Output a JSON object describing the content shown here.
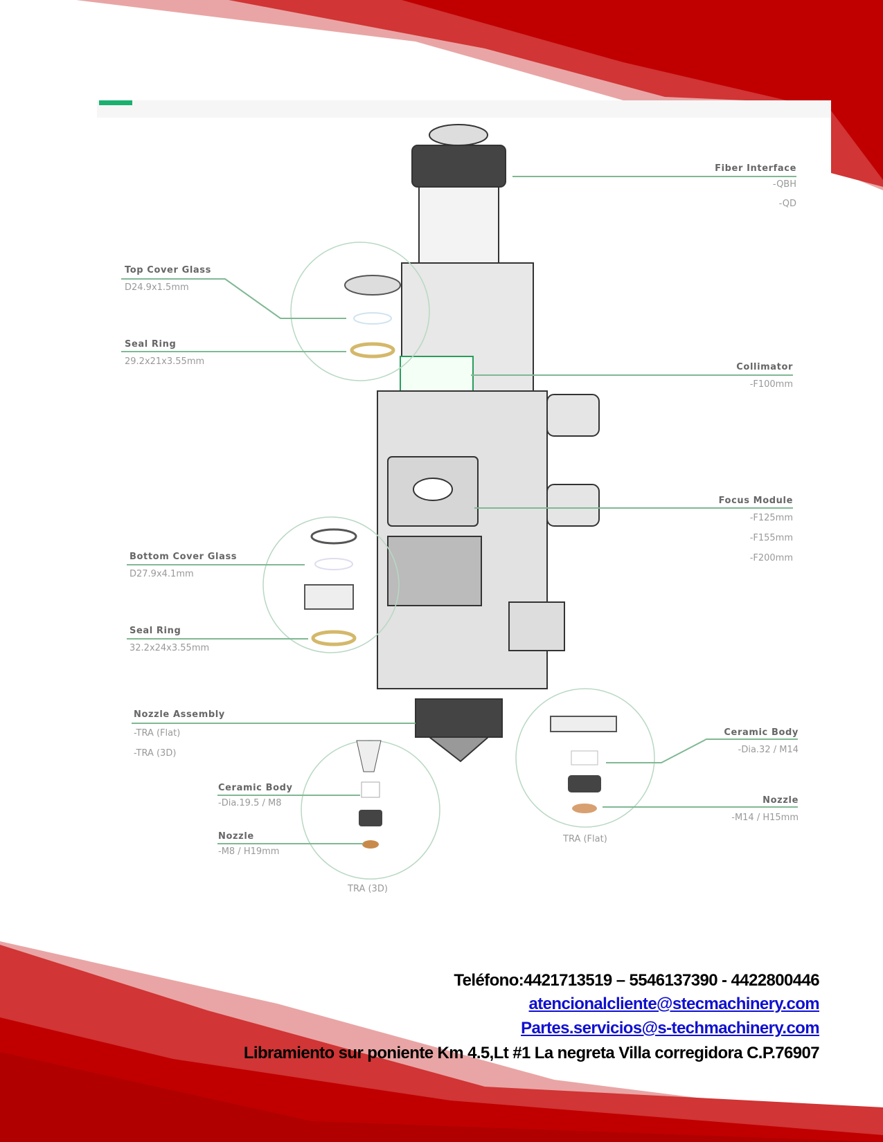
{
  "colors": {
    "dark_red": "#c00000",
    "mid_red": "#d13535",
    "pink": "#e9a5a5",
    "leader_green": "#7fb893"
  },
  "diagram": {
    "fiber_interface": {
      "title": "Fiber Interface",
      "options": [
        "-QBH",
        "-QD"
      ]
    },
    "top_cover_glass": {
      "title": "Top Cover Glass",
      "spec": "D24.9x1.5mm"
    },
    "seal_ring_top": {
      "title": "Seal Ring",
      "spec": "29.2x21x3.55mm"
    },
    "collimator": {
      "title": "Collimator",
      "options": [
        "-F100mm"
      ]
    },
    "focus_module": {
      "title": "Focus Module",
      "options": [
        "-F125mm",
        "-F155mm",
        "-F200mm"
      ]
    },
    "bottom_cover_glass": {
      "title": "Bottom Cover Glass",
      "spec": "D27.9x4.1mm"
    },
    "seal_ring_bottom": {
      "title": "Seal Ring",
      "spec": "32.2x24x3.55mm"
    },
    "nozzle_assembly": {
      "title": "Nozzle Assembly",
      "options": [
        "-TRA (Flat)",
        "-TRA (3D)"
      ]
    },
    "ceramic_body_flat": {
      "title": "Ceramic Body",
      "spec": "-Dia.32 / M14"
    },
    "nozzle_flat": {
      "title": "Nozzle",
      "spec": "-M14 / H15mm"
    },
    "ceramic_body_3d": {
      "title": "Ceramic Body",
      "spec": "-Dia.19.5 / M8"
    },
    "nozzle_3d": {
      "title": "Nozzle",
      "spec": "-M8 / H19mm"
    },
    "caption_flat": "TRA (Flat)",
    "caption_3d": "TRA (3D)"
  },
  "footer": {
    "phone": "Teléfono:4421713519 – 5546137390 - 4422800446",
    "email_1": "atencionalcliente@stecmachinery.com",
    "email_2": "Partes.servicios@s-techmachinery.com",
    "address": "Libramiento sur poniente Km 4.5,Lt #1 La negreta Villa corregidora C.P.76907"
  }
}
